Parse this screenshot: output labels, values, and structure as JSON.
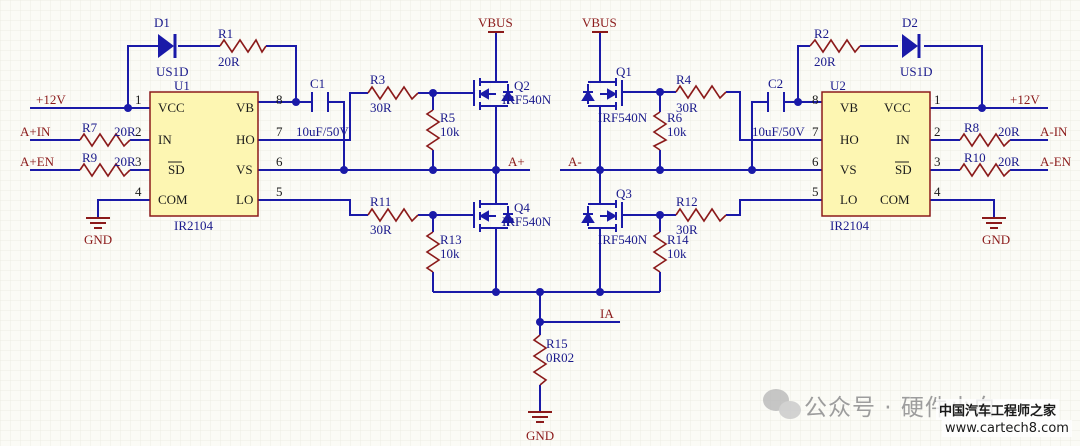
{
  "nets": {
    "vbus_left": "VBUS",
    "vbus_right": "VBUS",
    "plus12_left": "+12V",
    "plus12_right": "+12V",
    "a_in": "A+IN",
    "a_en": "A+EN",
    "a_minus_in": "A-IN",
    "a_minus_en": "A-EN",
    "a_plus": "A+",
    "a_minus": "A-",
    "ia": "IA",
    "gnd_left": "GND",
    "gnd_right": "GND",
    "gnd_bottom": "GND"
  },
  "components": {
    "D1": {
      "ref": "D1",
      "value": "US1D"
    },
    "D2": {
      "ref": "D2",
      "value": "US1D"
    },
    "R1": {
      "ref": "R1",
      "value": "20R"
    },
    "R2": {
      "ref": "R2",
      "value": "20R"
    },
    "C1": {
      "ref": "C1",
      "value": "10uF/50V"
    },
    "C2": {
      "ref": "C2",
      "value": "10uF/50V"
    },
    "R3": {
      "ref": "R3",
      "value": "30R"
    },
    "R4": {
      "ref": "R4",
      "value": "30R"
    },
    "R5": {
      "ref": "R5",
      "value": "10k"
    },
    "R6": {
      "ref": "R6",
      "value": "10k"
    },
    "R7": {
      "ref": "R7",
      "value": "20R"
    },
    "R8": {
      "ref": "R8",
      "value": "20R"
    },
    "R9": {
      "ref": "R9",
      "value": "20R"
    },
    "R10": {
      "ref": "R10",
      "value": "20R"
    },
    "R11": {
      "ref": "R11",
      "value": "30R"
    },
    "R12": {
      "ref": "R12",
      "value": "30R"
    },
    "R13": {
      "ref": "R13",
      "value": "10k"
    },
    "R14": {
      "ref": "R14",
      "value": "10k"
    },
    "R15": {
      "ref": "R15",
      "value": "0R02"
    },
    "Q1": {
      "ref": "Q1",
      "value": "IRF540N"
    },
    "Q2": {
      "ref": "Q2",
      "value": "IRF540N"
    },
    "Q3": {
      "ref": "Q3",
      "value": "IRF540N"
    },
    "Q4": {
      "ref": "Q4",
      "value": "IRF540N"
    }
  },
  "ics": {
    "U1": {
      "ref": "U1",
      "part": "IR2104",
      "left_pins": [
        {
          "num": "1",
          "name": "VCC"
        },
        {
          "num": "2",
          "name": "IN"
        },
        {
          "num": "3",
          "name": "SD"
        },
        {
          "num": "4",
          "name": "COM"
        }
      ],
      "right_pins": [
        {
          "num": "8",
          "name": "VB"
        },
        {
          "num": "7",
          "name": "HO"
        },
        {
          "num": "6",
          "name": "VS"
        },
        {
          "num": "5",
          "name": "LO"
        }
      ]
    },
    "U2": {
      "ref": "U2",
      "part": "IR2104",
      "left_pins": [
        {
          "num": "8",
          "name": "VB"
        },
        {
          "num": "7",
          "name": "HO"
        },
        {
          "num": "6",
          "name": "VS"
        },
        {
          "num": "5",
          "name": "LO"
        }
      ],
      "right_pins": [
        {
          "num": "1",
          "name": "VCC"
        },
        {
          "num": "2",
          "name": "IN"
        },
        {
          "num": "3",
          "name": "SD"
        },
        {
          "num": "4",
          "name": "COM"
        }
      ]
    }
  },
  "watermark": {
    "wechat_text": "公众号 · 硬件小白",
    "site_cn": "中国汽车工程师之家",
    "site_url": "www.cartech8.com"
  },
  "colors": {
    "wire": "#1a1aa8",
    "text": "#1a1a8c",
    "ic_fill": "#fdf6b2",
    "ic_border": "#8b1a1a",
    "power": "#8b1a1a",
    "grid": "#ecece4",
    "junction": "#1a1aa8"
  }
}
